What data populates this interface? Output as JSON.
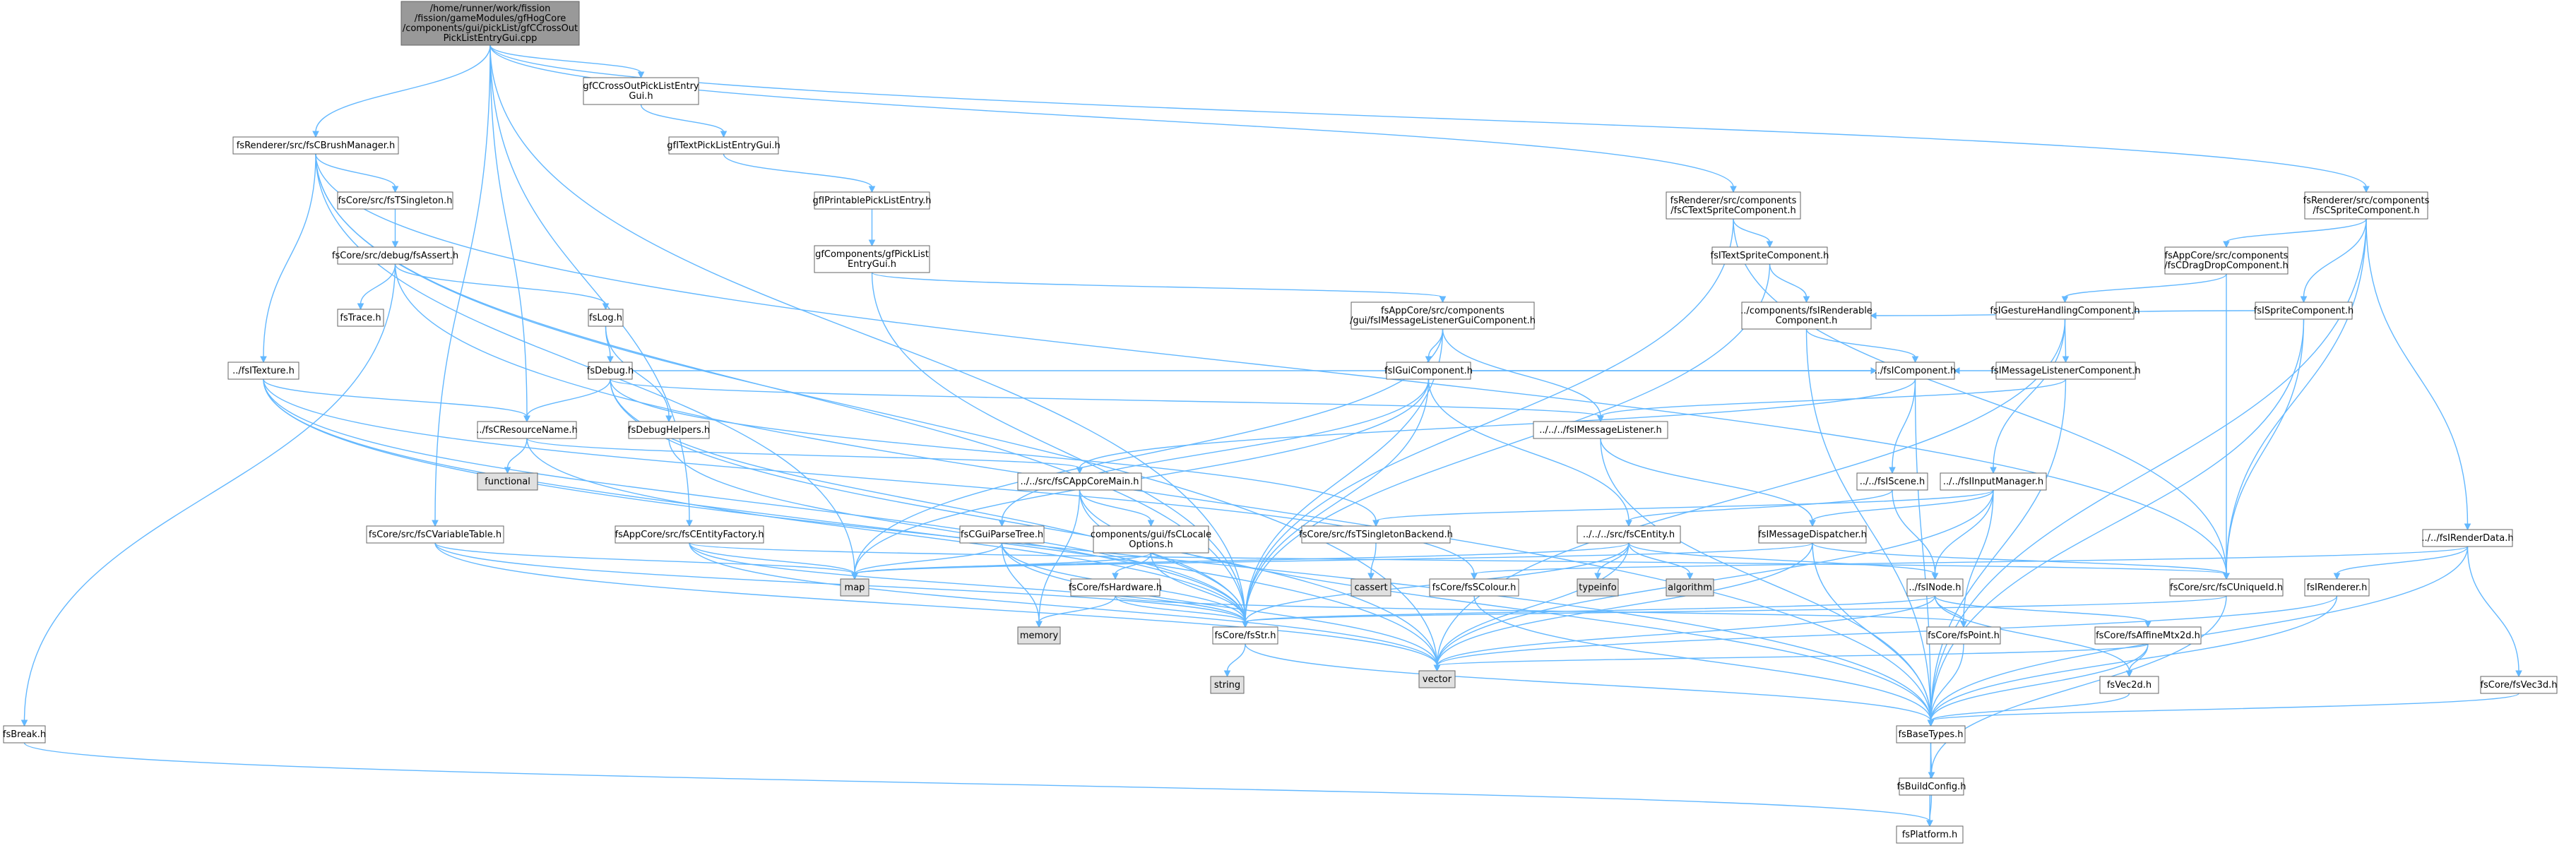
{
  "colors": {
    "edge": "#63b8ff",
    "root_fill": "#999999",
    "node_fill": "#ffffff",
    "external_fill": "#e0e0e0",
    "border": "#666666"
  },
  "nodes": [
    {
      "id": "root",
      "lines": [
        "/home/runner/work/fission",
        "/fission/gameModules/gfHogCore",
        "/components/gui/pickList/gfCCrossOut",
        "PickListEntryGui.cpp"
      ],
      "kind": "root"
    },
    {
      "id": "crossout",
      "lines": [
        "gfCCrossOutPickListEntry",
        "Gui.h"
      ]
    },
    {
      "id": "textpick",
      "lines": [
        "gfITextPickListEntryGui.h"
      ]
    },
    {
      "id": "printable",
      "lines": [
        "gfIPrintablePickListEntry.h"
      ]
    },
    {
      "id": "gfpicklist",
      "lines": [
        "gfComponents/gfPickList",
        "EntryGui.h"
      ]
    },
    {
      "id": "brushmgr",
      "lines": [
        "fsRenderer/src/fsCBrushManager.h"
      ]
    },
    {
      "id": "tsingleton",
      "lines": [
        "fsCore/src/fsTSingleton.h"
      ]
    },
    {
      "id": "fsassert",
      "lines": [
        "fsCore/src/debug/fsAssert.h"
      ]
    },
    {
      "id": "fstrace",
      "lines": [
        "fsTrace.h"
      ]
    },
    {
      "id": "fslog",
      "lines": [
        "fsLog.h"
      ]
    },
    {
      "id": "fsdebug",
      "lines": [
        "fsDebug.h"
      ]
    },
    {
      "id": "fsdebughelpers",
      "lines": [
        "fsDebugHelpers.h"
      ]
    },
    {
      "id": "fstexture",
      "lines": [
        "../fsITexture.h"
      ]
    },
    {
      "id": "resname",
      "lines": [
        "../fsCResourceName.h"
      ]
    },
    {
      "id": "functional",
      "lines": [
        "functional"
      ],
      "kind": "ext"
    },
    {
      "id": "fsbreak",
      "lines": [
        "fsBreak.h"
      ]
    },
    {
      "id": "varitable",
      "lines": [
        "fsCore/src/fsCVariableTable.h"
      ]
    },
    {
      "id": "entityfactory",
      "lines": [
        "fsAppCore/src/fsCEntityFactory.h"
      ]
    },
    {
      "id": "msglistenergui",
      "lines": [
        "fsAppCore/src/components",
        "/gui/fsIMessageListenerGuiComponent.h"
      ]
    },
    {
      "id": "guicomp",
      "lines": [
        "fsIGuiComponent.h"
      ]
    },
    {
      "id": "appcoremain",
      "lines": [
        "../../src/fsCAppCoreMain.h"
      ]
    },
    {
      "id": "guiparsetree",
      "lines": [
        "fsCGuiParseTree.h"
      ]
    },
    {
      "id": "clocale",
      "lines": [
        "components/gui/fsCLocale",
        "Options.h"
      ]
    },
    {
      "id": "fshardware",
      "lines": [
        "fsCore/fsHardware.h"
      ]
    },
    {
      "id": "map",
      "lines": [
        "map"
      ],
      "kind": "ext"
    },
    {
      "id": "memory",
      "lines": [
        "memory"
      ],
      "kind": "ext"
    },
    {
      "id": "fsstr",
      "lines": [
        "fsCore/fsStr.h"
      ]
    },
    {
      "id": "string",
      "lines": [
        "string"
      ],
      "kind": "ext"
    },
    {
      "id": "vector",
      "lines": [
        "vector"
      ],
      "kind": "ext"
    },
    {
      "id": "basetypes",
      "lines": [
        "fsBaseTypes.h"
      ]
    },
    {
      "id": "buildconfig",
      "lines": [
        "fsBuildConfig.h"
      ]
    },
    {
      "id": "platform",
      "lines": [
        "fsPlatform.h"
      ]
    },
    {
      "id": "textsprite",
      "lines": [
        "fsRenderer/src/components",
        "/fsCTextSpriteComponent.h"
      ]
    },
    {
      "id": "itextsprite",
      "lines": [
        "fsITextSpriteComponent.h"
      ]
    },
    {
      "id": "renderable",
      "lines": [
        "../components/fsIRenderable",
        "Component.h"
      ]
    },
    {
      "id": "component",
      "lines": [
        "../fsIComponent.h"
      ]
    },
    {
      "id": "msglistener",
      "lines": [
        "../../../fsIMessageListener.h"
      ]
    },
    {
      "id": "singletonbackend",
      "lines": [
        "fsCore/src/fsTSingletonBackend.h"
      ]
    },
    {
      "id": "cassert",
      "lines": [
        "cassert"
      ],
      "kind": "ext"
    },
    {
      "id": "centity",
      "lines": [
        "../../../src/fsCEntity.h"
      ]
    },
    {
      "id": "typeinfo",
      "lines": [
        "typeinfo"
      ],
      "kind": "ext"
    },
    {
      "id": "algorithm",
      "lines": [
        "algorithm"
      ],
      "kind": "ext"
    },
    {
      "id": "colour",
      "lines": [
        "fsCore/fsSColour.h"
      ]
    },
    {
      "id": "iscene",
      "lines": [
        "../../fsIScene.h"
      ]
    },
    {
      "id": "inode",
      "lines": [
        "../fsINode.h"
      ]
    },
    {
      "id": "inputmgr",
      "lines": [
        "../../fsIInputManager.h"
      ]
    },
    {
      "id": "msgdispatcher",
      "lines": [
        "fsIMessageDispatcher.h"
      ]
    },
    {
      "id": "spritecomp",
      "lines": [
        "fsRenderer/src/components",
        "/fsCSpriteComponent.h"
      ]
    },
    {
      "id": "dragdrop",
      "lines": [
        "fsAppCore/src/components",
        "/fsCDragDropComponent.h"
      ]
    },
    {
      "id": "gesture",
      "lines": [
        "fsIGestureHandlingComponent.h"
      ]
    },
    {
      "id": "msglistenercomp",
      "lines": [
        "fsIMessageListenerComponent.h"
      ]
    },
    {
      "id": "isprite",
      "lines": [
        "fsISpriteComponent.h"
      ]
    },
    {
      "id": "uniqueid",
      "lines": [
        "fsCore/src/fsCUniqueId.h"
      ]
    },
    {
      "id": "renderdata",
      "lines": [
        "../../fsIRenderData.h"
      ]
    },
    {
      "id": "irenderer",
      "lines": [
        "fsIRenderer.h"
      ]
    },
    {
      "id": "point",
      "lines": [
        "fsCore/fsPoint.h"
      ]
    },
    {
      "id": "affine",
      "lines": [
        "fsCore/fsAffineMtx2d.h"
      ]
    },
    {
      "id": "vec2d",
      "lines": [
        "fsVec2d.h"
      ]
    },
    {
      "id": "vec3d",
      "lines": [
        "fsCore/fsVec3d.h"
      ]
    }
  ],
  "edges": [
    [
      "root",
      "crossout"
    ],
    [
      "root",
      "brushmgr"
    ],
    [
      "root",
      "textsprite"
    ],
    [
      "root",
      "spritecomp"
    ],
    [
      "root",
      "resname"
    ],
    [
      "root",
      "varitable"
    ],
    [
      "root",
      "entityfactory"
    ],
    [
      "root",
      "fsstr"
    ],
    [
      "crossout",
      "textpick"
    ],
    [
      "textpick",
      "printable"
    ],
    [
      "printable",
      "gfpicklist"
    ],
    [
      "gfpicklist",
      "msglistenergui"
    ],
    [
      "gfpicklist",
      "fsstr"
    ],
    [
      "brushmgr",
      "tsingleton"
    ],
    [
      "brushmgr",
      "fstexture"
    ],
    [
      "brushmgr",
      "map"
    ],
    [
      "brushmgr",
      "fsstr"
    ],
    [
      "brushmgr",
      "vector"
    ],
    [
      "brushmgr",
      "uniqueid"
    ],
    [
      "tsingleton",
      "fsassert"
    ],
    [
      "fsassert",
      "fstrace"
    ],
    [
      "fsassert",
      "fslog"
    ],
    [
      "fsassert",
      "fsbreak"
    ],
    [
      "fsassert",
      "basetypes"
    ],
    [
      "fslog",
      "fsdebug"
    ],
    [
      "fslog",
      "fsdebughelpers"
    ],
    [
      "fsdebug",
      "resname"
    ],
    [
      "fsdebug",
      "msglistener"
    ],
    [
      "fsdebug",
      "fsstr"
    ],
    [
      "fsdebug",
      "vector"
    ],
    [
      "fsdebug",
      "singletonbackend"
    ],
    [
      "fsdebug",
      "component"
    ],
    [
      "fsdebughelpers",
      "fsstr"
    ],
    [
      "fstexture",
      "resname"
    ],
    [
      "fstexture",
      "vector"
    ],
    [
      "fstexture",
      "basetypes"
    ],
    [
      "fstexture",
      "fsstr"
    ],
    [
      "fstexture",
      "colour"
    ],
    [
      "resname",
      "functional"
    ],
    [
      "resname",
      "fsstr"
    ],
    [
      "resname",
      "appcoremain"
    ],
    [
      "fsbreak",
      "platform"
    ],
    [
      "varitable",
      "map"
    ],
    [
      "varitable",
      "fsstr"
    ],
    [
      "varitable",
      "vector"
    ],
    [
      "entityfactory",
      "map"
    ],
    [
      "entityfactory",
      "fsstr"
    ],
    [
      "entityfactory",
      "uniqueid"
    ],
    [
      "entityfactory",
      "vector"
    ],
    [
      "msglistenergui",
      "guicomp"
    ],
    [
      "msglistenergui",
      "msglistener"
    ],
    [
      "msglistenergui",
      "map"
    ],
    [
      "msglistenergui",
      "fsstr"
    ],
    [
      "guicomp",
      "component"
    ],
    [
      "guicomp",
      "guiparsetree"
    ],
    [
      "guicomp",
      "map"
    ],
    [
      "guicomp",
      "fsstr"
    ],
    [
      "guicomp",
      "centity"
    ],
    [
      "appcoremain",
      "clocale"
    ],
    [
      "appcoremain",
      "memory"
    ],
    [
      "appcoremain",
      "fsstr"
    ],
    [
      "appcoremain",
      "basetypes"
    ],
    [
      "guiparsetree",
      "map"
    ],
    [
      "guiparsetree",
      "memory"
    ],
    [
      "guiparsetree",
      "fsstr"
    ],
    [
      "guiparsetree",
      "vector"
    ],
    [
      "clocale",
      "fshardware"
    ],
    [
      "clocale",
      "fsstr"
    ],
    [
      "clocale",
      "map"
    ],
    [
      "fshardware",
      "memory"
    ],
    [
      "fshardware",
      "fsstr"
    ],
    [
      "fshardware",
      "point"
    ],
    [
      "fsstr",
      "string"
    ],
    [
      "fsstr",
      "basetypes"
    ],
    [
      "basetypes",
      "buildconfig"
    ],
    [
      "basetypes",
      "platform"
    ],
    [
      "buildconfig",
      "platform"
    ],
    [
      "textsprite",
      "itextsprite"
    ],
    [
      "textsprite",
      "fsstr"
    ],
    [
      "textsprite",
      "uniqueid"
    ],
    [
      "itextsprite",
      "renderable"
    ],
    [
      "itextsprite",
      "fsstr"
    ],
    [
      "renderable",
      "component"
    ],
    [
      "renderable",
      "basetypes"
    ],
    [
      "component",
      "appcoremain"
    ],
    [
      "component",
      "iscene"
    ],
    [
      "component",
      "basetypes"
    ],
    [
      "msglistener",
      "msgdispatcher"
    ],
    [
      "msglistener",
      "basetypes"
    ],
    [
      "singletonbackend",
      "cassert"
    ],
    [
      "centity",
      "typeinfo"
    ],
    [
      "centity",
      "algorithm"
    ],
    [
      "centity",
      "inode"
    ],
    [
      "centity",
      "map"
    ],
    [
      "centity",
      "vector"
    ],
    [
      "centity",
      "fsstr"
    ],
    [
      "iscene",
      "centity"
    ],
    [
      "iscene",
      "inode"
    ],
    [
      "inode",
      "point"
    ],
    [
      "inode",
      "affine"
    ],
    [
      "inode",
      "vector"
    ],
    [
      "inode",
      "fsstr"
    ],
    [
      "inode",
      "vec2d"
    ],
    [
      "inputmgr",
      "msgdispatcher"
    ],
    [
      "inputmgr",
      "inode"
    ],
    [
      "inputmgr",
      "point"
    ],
    [
      "inputmgr",
      "vector"
    ],
    [
      "inputmgr",
      "singletonbackend"
    ],
    [
      "msgdispatcher",
      "uniqueid"
    ],
    [
      "msgdispatcher",
      "map"
    ],
    [
      "msgdispatcher",
      "basetypes"
    ],
    [
      "msgdispatcher",
      "vector"
    ],
    [
      "spritecomp",
      "dragdrop"
    ],
    [
      "spritecomp",
      "isprite"
    ],
    [
      "spritecomp",
      "uniqueid"
    ],
    [
      "spritecomp",
      "renderdata"
    ],
    [
      "spritecomp",
      "basetypes"
    ],
    [
      "dragdrop",
      "gesture"
    ],
    [
      "dragdrop",
      "uniqueid"
    ],
    [
      "gesture",
      "msglistenercomp"
    ],
    [
      "gesture",
      "inputmgr"
    ],
    [
      "gesture",
      "vector"
    ],
    [
      "msglistenercomp",
      "msglistener"
    ],
    [
      "msglistenercomp",
      "component"
    ],
    [
      "msglistenercomp",
      "basetypes"
    ],
    [
      "isprite",
      "renderable"
    ],
    [
      "isprite",
      "uniqueid"
    ],
    [
      "isprite",
      "basetypes"
    ],
    [
      "uniqueid",
      "fsstr"
    ],
    [
      "uniqueid",
      "buildconfig"
    ],
    [
      "renderdata",
      "irenderer"
    ],
    [
      "renderdata",
      "vec3d"
    ],
    [
      "renderdata",
      "colour"
    ],
    [
      "renderdata",
      "basetypes"
    ],
    [
      "irenderer",
      "vector"
    ],
    [
      "irenderer",
      "basetypes"
    ],
    [
      "point",
      "basetypes"
    ],
    [
      "affine",
      "vec2d"
    ],
    [
      "affine",
      "vector"
    ],
    [
      "affine",
      "basetypes"
    ],
    [
      "vec2d",
      "basetypes"
    ],
    [
      "vec3d",
      "basetypes"
    ],
    [
      "colour",
      "basetypes"
    ]
  ]
}
